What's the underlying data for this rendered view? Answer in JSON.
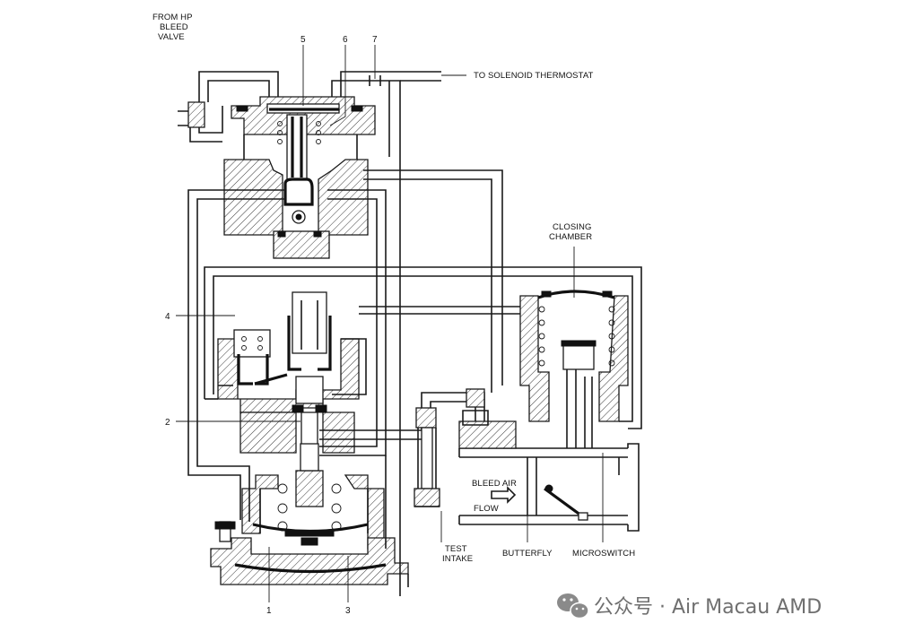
{
  "labels": {
    "from_hp_line1": "FROM HP",
    "from_hp_line2": "BLEED",
    "from_hp_line3": "VALVE",
    "to_solenoid": "TO SOLENOID THERMOSTAT",
    "closing_line1": "CLOSING",
    "closing_line2": "CHAMBER",
    "bleed_air": "BLEED AIR",
    "flow": "FLOW",
    "test_line1": "TEST",
    "test_line2": "INTAKE",
    "butterfly": "BUTTERFLY",
    "microswitch": "MICROSWITCH"
  },
  "numbers": {
    "n1": "1",
    "n2": "2",
    "n3": "3",
    "n4": "4",
    "n5": "5",
    "n6": "6",
    "n7": "7"
  },
  "watermark": {
    "icon": "wechat-icon",
    "text": "公众号 · Air Macau AMD"
  }
}
